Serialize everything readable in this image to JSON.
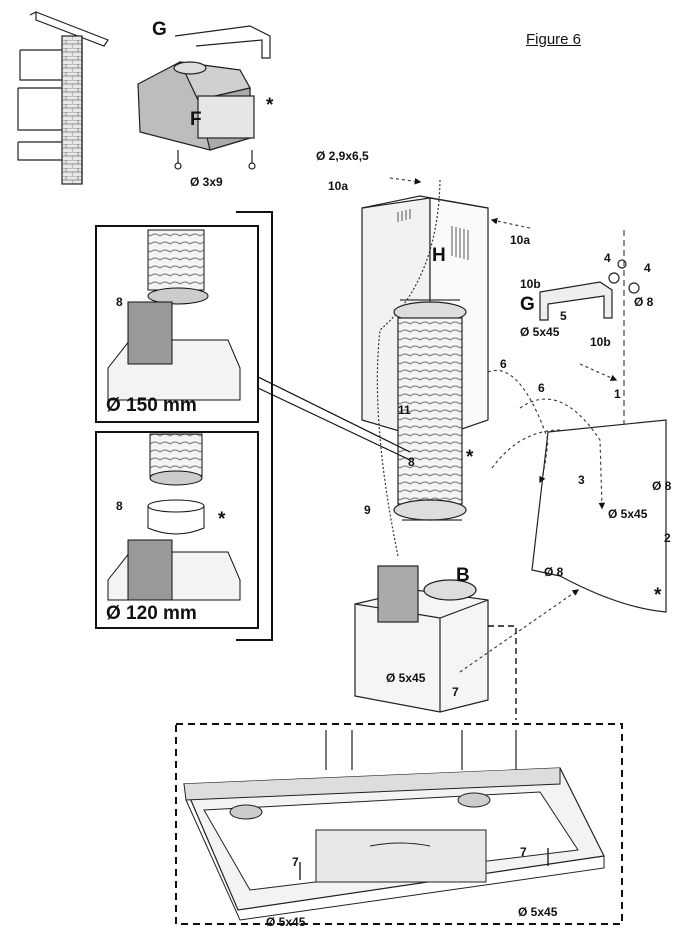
{
  "figure_title": "Figure 6",
  "labels": {
    "G_top": "G",
    "F": "F",
    "star_top": "*",
    "d3x9": "Ø 3x9",
    "d29x65": "Ø 2,9x6,5",
    "l10a_left": "10a",
    "l10a_right": "10a",
    "H": "H",
    "l4a": "4",
    "l4b": "4",
    "l10b_a": "10b",
    "G_right": "G",
    "d8_bracket": "Ø 8",
    "l5": "5",
    "d5x45_bracket": "Ø 5x45",
    "l10b_b": "10b",
    "l1": "1",
    "l6a": "6",
    "l6b": "6",
    "l11": "11",
    "l8_duct": "8",
    "star_duct": "*",
    "l3": "3",
    "d8_wall1": "Ø 8",
    "d5x45_wall": "Ø 5x45",
    "l2": "2",
    "l9": "9",
    "B": "B",
    "d8_wall2": "Ø 8",
    "star_wall": "*",
    "d5x45_box": "Ø 5x45",
    "l7_box": "7",
    "l8_inset1": "8",
    "d150": "Ø 150 mm",
    "l8_inset2": "8",
    "star_inset": "*",
    "d120": "Ø 120 mm",
    "l7_left": "7",
    "l7_right": "7",
    "d5x45_bl": "Ø 5x45",
    "d5x45_br": "Ø 5x45"
  }
}
